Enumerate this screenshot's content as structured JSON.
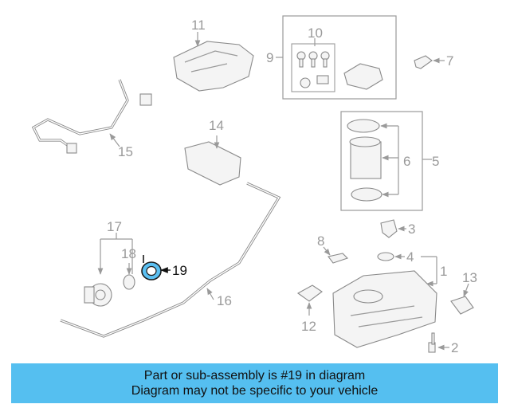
{
  "diagram": {
    "callouts": [
      "1",
      "2",
      "3",
      "4",
      "5",
      "6",
      "8",
      "9",
      "10",
      "11",
      "12",
      "13",
      "14",
      "15",
      "16",
      "17",
      "18",
      "7"
    ],
    "highlighted_callout": "19",
    "highlight_color": "#5bc0f2"
  },
  "banner": {
    "line1": "Part or sub-assembly is #19 in diagram",
    "line2": "Diagram may not be specific to your vehicle",
    "color": "#55bff0"
  }
}
